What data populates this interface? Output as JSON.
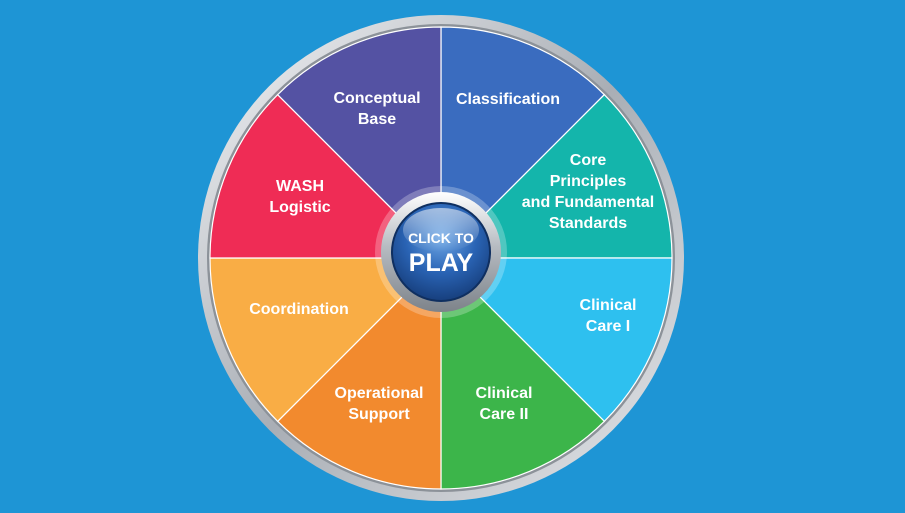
{
  "wheel": {
    "segments": [
      {
        "id": "classification",
        "lines": [
          "Classification"
        ],
        "color": "#3a6cbf"
      },
      {
        "id": "core-principles",
        "lines": [
          "Core",
          "Principles",
          "and Fundamental",
          "Standards"
        ],
        "color": "#14b5ab"
      },
      {
        "id": "clinical-care-1",
        "lines": [
          "Clinical",
          "Care I"
        ],
        "color": "#2ec0ef"
      },
      {
        "id": "clinical-care-2",
        "lines": [
          "Clinical",
          "Care II"
        ],
        "color": "#3cb54a"
      },
      {
        "id": "operational-support",
        "lines": [
          "Operational",
          "Support"
        ],
        "color": "#f28a2e"
      },
      {
        "id": "coordination",
        "lines": [
          "Coordination"
        ],
        "color": "#f9ad45"
      },
      {
        "id": "wash-logistic",
        "lines": [
          "WASH",
          "Logistic"
        ],
        "color": "#ef2c55"
      },
      {
        "id": "conceptual-base",
        "lines": [
          "Conceptual",
          "Base"
        ],
        "color": "#5452a3"
      }
    ],
    "ring_color": "#c9cdd2",
    "background": "#1e95d5"
  },
  "play_button": {
    "line1": "CLICK TO",
    "line2": "PLAY"
  }
}
